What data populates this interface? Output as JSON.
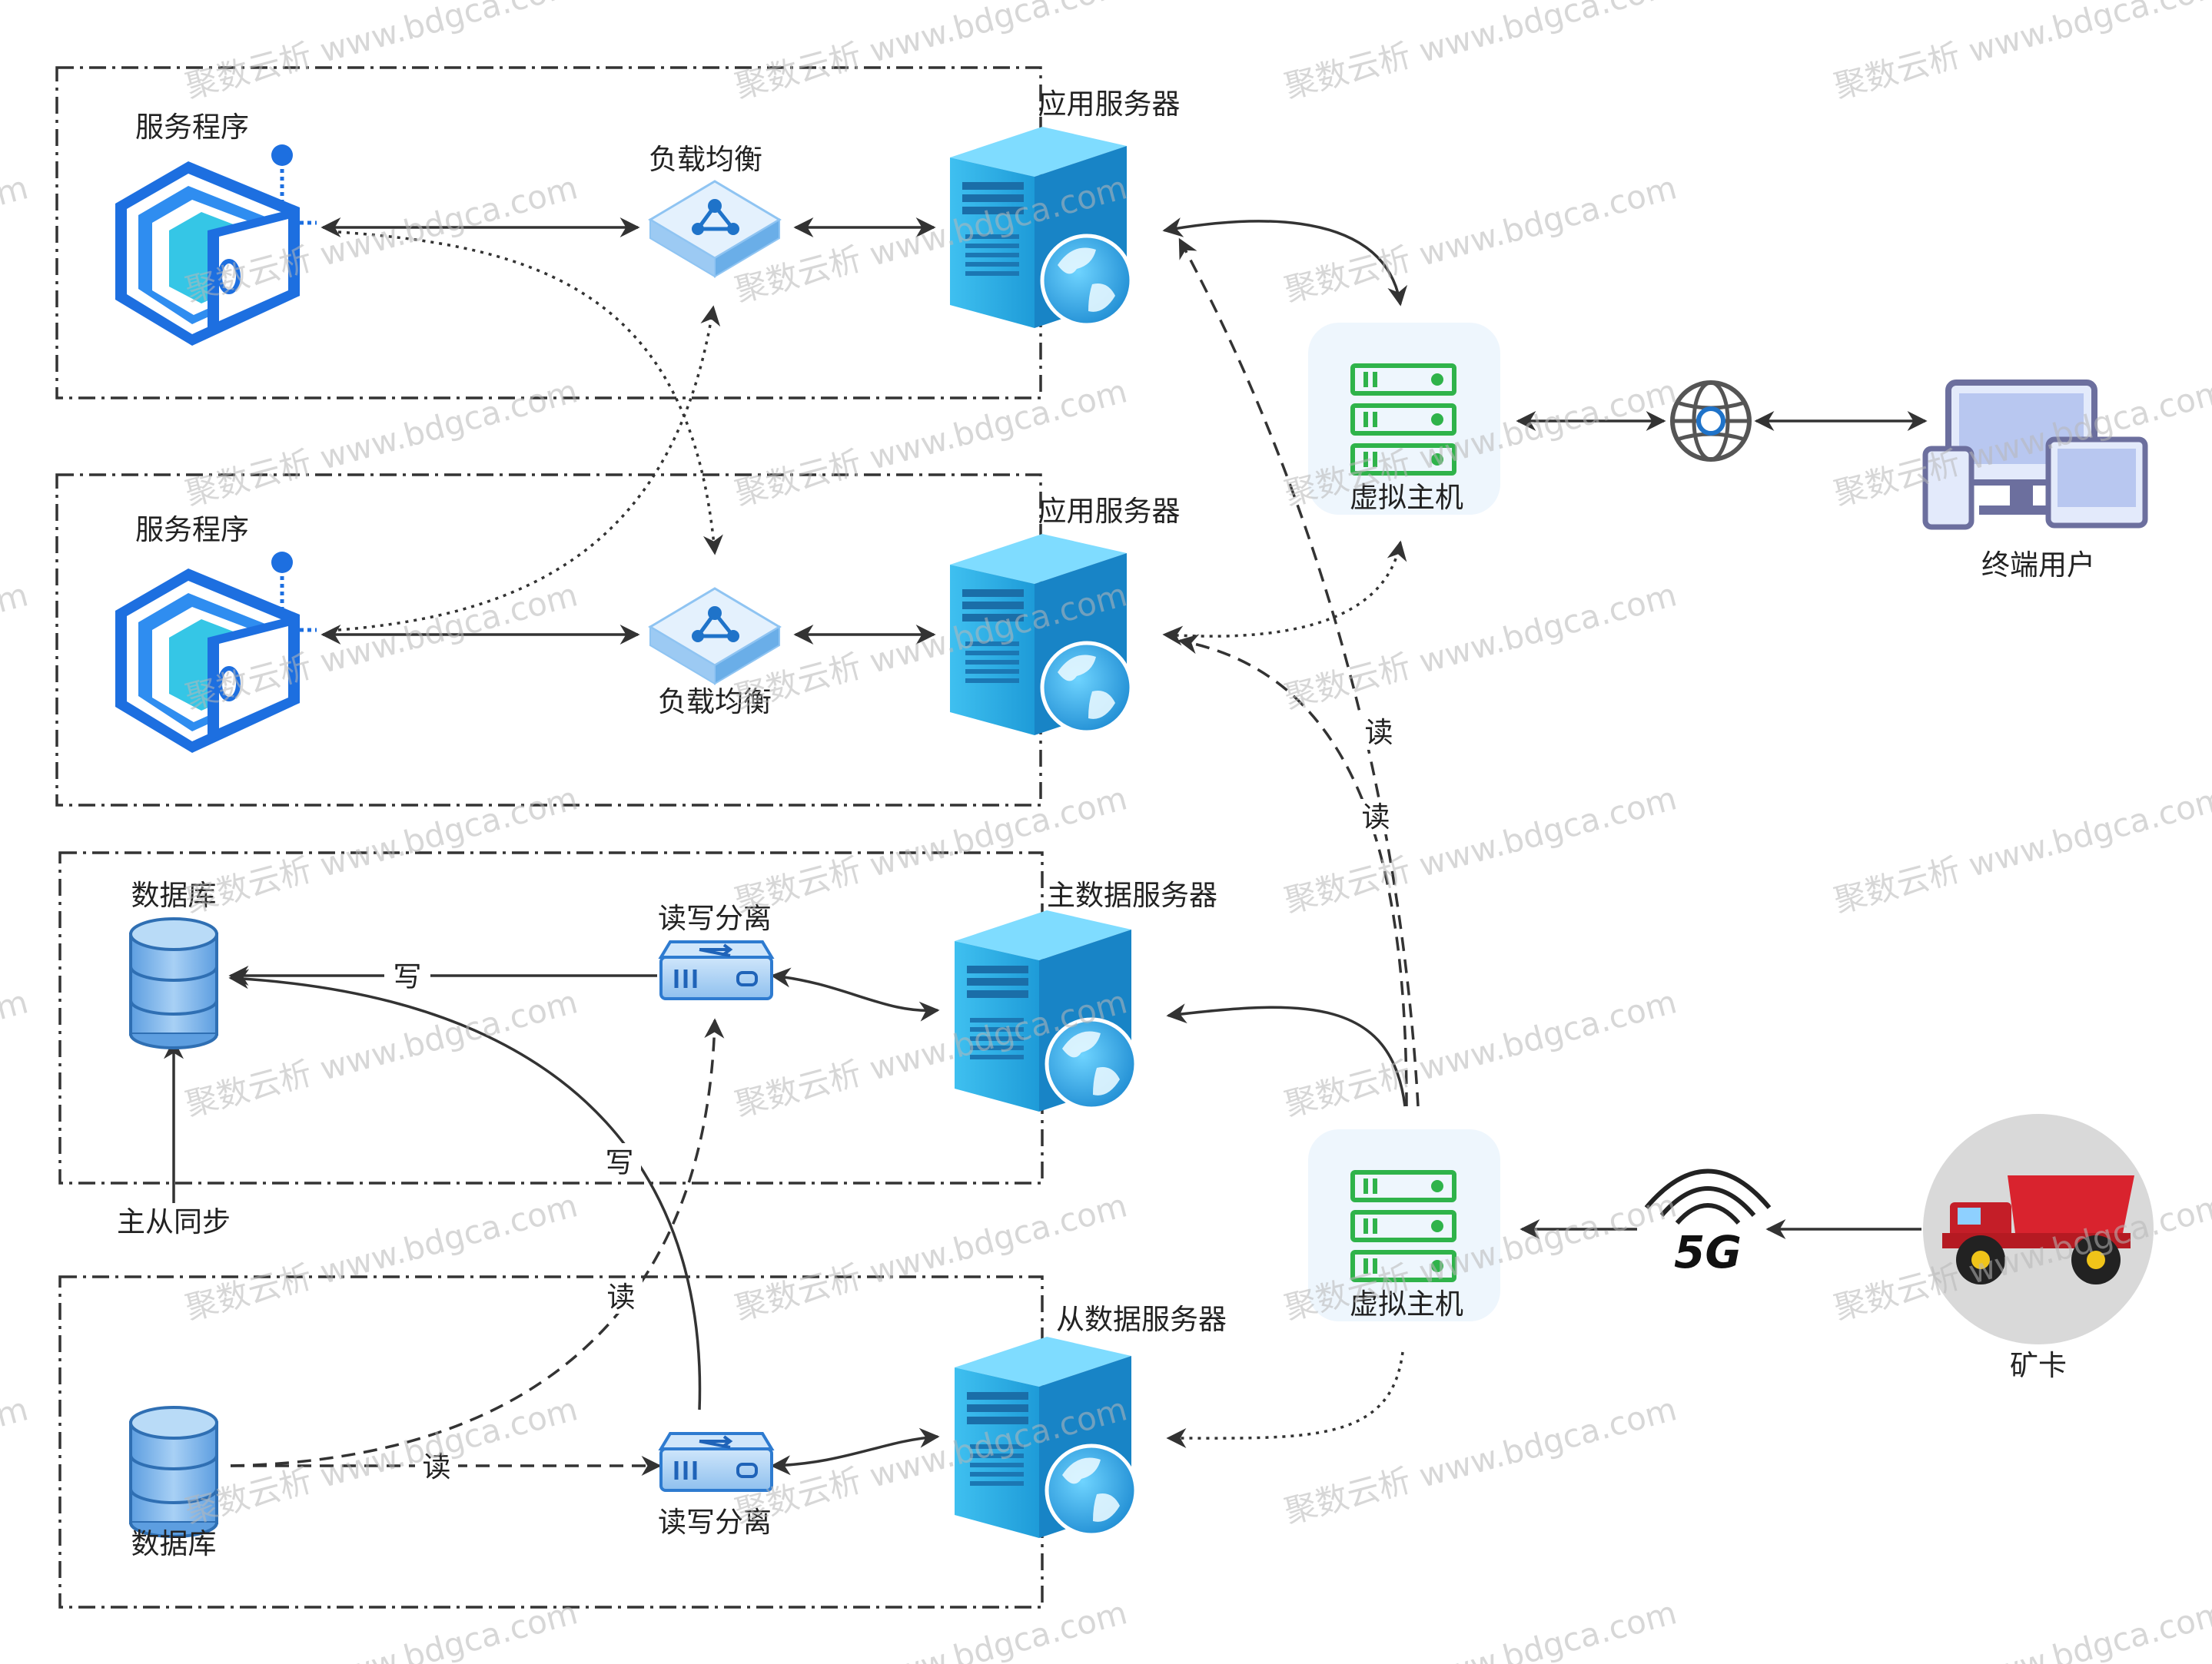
{
  "watermark": {
    "text": "聚数云析 www.bdgca.com"
  },
  "groups": {
    "app1": {
      "service_label": "服务程序",
      "lb_label": "负载均衡",
      "server_label": "应用服务器"
    },
    "app2": {
      "service_label": "服务程序",
      "lb_label": "负载均衡",
      "server_label": "应用服务器"
    },
    "db1": {
      "db_label": "数据库",
      "rw_label": "读写分离",
      "server_label": "主数据服务器"
    },
    "db2": {
      "db_label": "数据库",
      "rw_label": "读写分离",
      "server_label": "从数据服务器"
    }
  },
  "nodes": {
    "vm_top_label": "虚拟主机",
    "vm_bottom_label": "虚拟主机",
    "terminal_label": "终端用户",
    "truck_label": "矿卡",
    "fiveg_text": "5G"
  },
  "edge_labels": {
    "write1": "写",
    "write2": "写",
    "read_cross": "读",
    "read_db": "读",
    "read_vm1": "读",
    "read_vm2": "读",
    "sync": "主从同步"
  },
  "colors": {
    "server_blue": "#2aa6e0",
    "server_dark": "#1a7fc0",
    "db_blue": "#7fb6ea",
    "vm_green": "#2fb34a",
    "truck_red": "#d9232e",
    "lb_blue": "#3a8ddb",
    "monitor": "#6c6f9e"
  }
}
